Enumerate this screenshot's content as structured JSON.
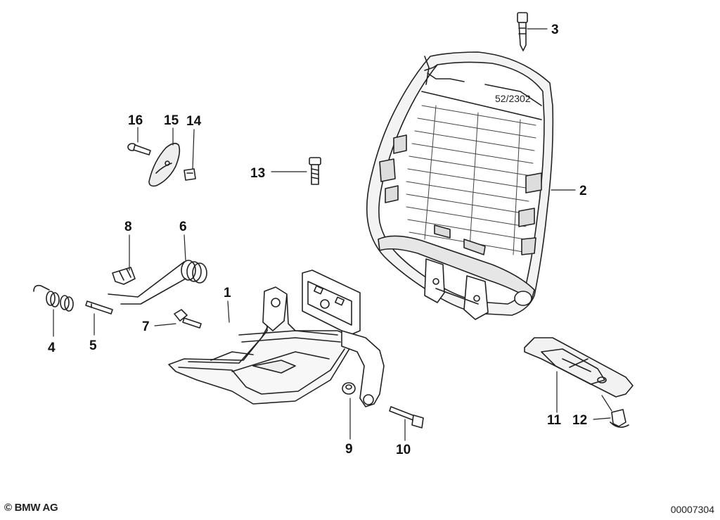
{
  "diagram": {
    "drawing_code": "52/2302",
    "callouts": [
      "1",
      "2",
      "3",
      "4",
      "5",
      "6",
      "7",
      "8",
      "9",
      "10",
      "11",
      "12",
      "13",
      "14",
      "15",
      "16"
    ]
  },
  "footer": {
    "copyright": "© BMW AG",
    "diagram_number": "00007304"
  }
}
